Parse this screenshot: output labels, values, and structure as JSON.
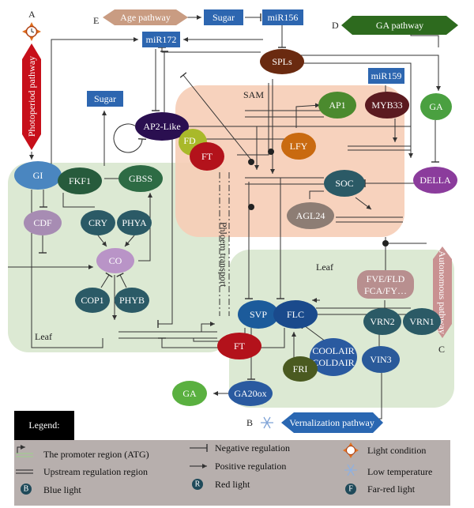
{
  "letters": {
    "A": "A",
    "B": "B",
    "C": "C",
    "D": "D",
    "E": "E"
  },
  "pathways": {
    "age": "Age pathway",
    "ga": "GA pathway",
    "photoperiod": "Photoperiod pathway",
    "autonomous": "Autonomous pathway",
    "vernalization": "Vernalization pathway"
  },
  "regions": {
    "sam": "SAM",
    "leaf_left": "Leaf",
    "leaf_right": "Leaf",
    "phloem": "Phloem transport"
  },
  "boxes": {
    "sugar_top": "Sugar",
    "mir156": "miR156",
    "mir172": "miR172",
    "sugar_left": "Sugar",
    "mir159": "miR159"
  },
  "nodes": {
    "gi": "GI",
    "fkf1": "FKF1",
    "gbss": "GBSS",
    "cdf": "CDF",
    "cry": "CRY",
    "phya": "PHYA",
    "co": "CO",
    "cop1": "COP1",
    "phyb": "PHYB",
    "ft_leaf": "FT",
    "ap2": "AP2-Like",
    "fd": "FD",
    "ft_sam": "FT",
    "ap1": "AP1",
    "myb33": "MYB33",
    "lfy": "LFY",
    "soc": "SOC",
    "agl24": "AGL24",
    "della": "DELLA",
    "ga_right": "GA",
    "spls": "SPLs",
    "fve_1": "FVE/FLD",
    "fve_2": "FCA/FY…",
    "svp": "SVP",
    "flc": "FLC",
    "vrn2": "VRN2",
    "vrn1": "VRN1",
    "vin3": "VIN3",
    "coolair_1": "COOLAIR",
    "coolair_2": "COLDAIR",
    "fri": "FRI",
    "ga20ox": "GA20ox",
    "ga_left": "GA"
  },
  "legend": {
    "title": "Legend:",
    "promoter": "The promoter region (ATG)",
    "upstream": "Upstream regulation region",
    "negative": "Negative regulation",
    "positive": "Positive regulation",
    "light": "Light condition",
    "lowtemp": "Low temperature",
    "blue": "Blue light",
    "red": "Red light",
    "farred": "Far-red light",
    "blue_badge": "B",
    "red_badge": "R",
    "farred_badge": "F"
  },
  "colors": {
    "sam_region": "#f6cdb6",
    "leaf_region": "#dce9d3",
    "legend_bg": "#b7afad",
    "ft": "#b3121b",
    "teal": "#2b5a66"
  }
}
